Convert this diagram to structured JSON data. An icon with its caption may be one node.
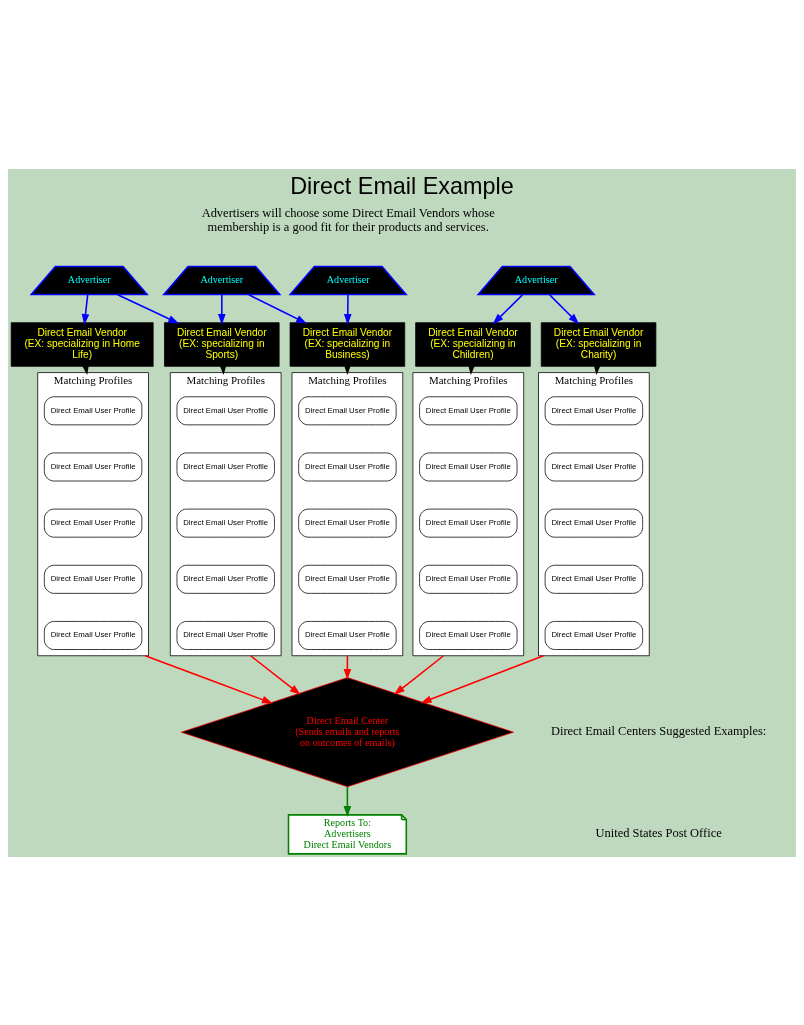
{
  "diagram": {
    "title": "Direct Email Example",
    "nodes": [
      {
        "text": [
          "Advertiser"
        ]
      },
      {
        "text": [
          "Advertiser"
        ]
      },
      {
        "text": [
          "Advertiser"
        ]
      },
      {
        "text": [
          "Advertiser"
        ]
      },
      {
        "text": [
          "Direct Email Vendor",
          "(EX: specializing in Business)"
        ]
      },
      {
        "text": [
          "Direct Email Vendor",
          "(EX: specializing in Home Life)"
        ]
      },
      {
        "text": [
          "Direct Email Vendor",
          "(EX: specializing in Children)"
        ]
      },
      {
        "text": [
          "Direct Email Vendor",
          "(EX: specializing in Sports)"
        ]
      },
      {
        "text": [
          "Direct Email Vendor",
          "(EX: specializing in Charity)"
        ]
      },
      {
        "text": [
          "Matching Profiles"
        ]
      },
      {
        "text": [
          "Direct Email User Profile"
        ],
        "in": 9
      },
      {
        "text": [
          "Direct Email User Profile"
        ],
        "in": 9
      },
      {
        "text": [
          "Direct Email User Profile"
        ],
        "in": 9
      },
      {
        "text": [
          "Direct Email User Profile"
        ],
        "in": 9
      },
      {
        "text": [
          "Direct Email User Profile"
        ],
        "in": 9
      },
      {
        "text": [
          "Matching Profiles"
        ]
      },
      {
        "text": [
          "Direct Email User Profile"
        ],
        "in": 15
      },
      {
        "text": [
          "Direct Email User Profile"
        ],
        "in": 15
      },
      {
        "text": [
          "Direct Email User Profile"
        ],
        "in": 15
      },
      {
        "text": [
          "Direct Email User Profile"
        ],
        "in": 15
      },
      {
        "text": [
          "Direct Email User Profile"
        ],
        "in": 15
      },
      {
        "text": [
          "Matching Profiles"
        ]
      },
      {
        "text": [
          "Direct Email User Profile"
        ],
        "in": 21
      },
      {
        "text": [
          "Direct Email User Profile"
        ],
        "in": 21
      },
      {
        "text": [
          "Direct Email User Profile"
        ],
        "in": 21
      },
      {
        "text": [
          "Direct Email User Profile"
        ],
        "in": 21
      },
      {
        "text": [
          "Direct Email User Profile"
        ],
        "in": 21
      },
      {
        "text": [
          "Matching Profiles"
        ]
      },
      {
        "text": [
          "Direct Email User Profile"
        ],
        "in": 27
      },
      {
        "text": [
          "Direct Email User Profile"
        ],
        "in": 27
      },
      {
        "text": [
          "Direct Email User Profile"
        ],
        "in": 27
      },
      {
        "text": [
          "Direct Email User Profile"
        ],
        "in": 27
      },
      {
        "text": [
          "Direct Email User Profile"
        ],
        "in": 27
      },
      {
        "text": [
          "Matching Profiles"
        ]
      },
      {
        "text": [
          "Direct Email User Profile"
        ],
        "in": 33
      },
      {
        "text": [
          "Direct Email User Profile"
        ],
        "in": 33
      },
      {
        "text": [
          "Direct Email User Profile"
        ],
        "in": 33
      },
      {
        "text": [
          "Direct Email User Profile"
        ],
        "in": 33
      },
      {
        "text": [
          "Direct Email User Profile"
        ],
        "in": 33
      },
      {
        "text": [
          "Direct Email Center",
          "(Sends emails and reports on outcomes of emails)"
        ]
      },
      {
        "text": [
          "Reports To:",
          "Advertisers",
          "Direct Email Vendors"
        ]
      }
    ],
    "edges": [
      {
        "from": 0,
        "to": 4,
        "arrow": "to"
      },
      {
        "from": 1,
        "to": 4,
        "arrow": "to"
      },
      {
        "from": 1,
        "to": 7,
        "arrow": "to"
      },
      {
        "from": 2,
        "to": 5,
        "arrow": "to"
      },
      {
        "from": 2,
        "to": 7,
        "arrow": "to"
      },
      {
        "from": 3,
        "to": 8,
        "arrow": "to"
      },
      {
        "from": 3,
        "to": 6,
        "arrow": "to"
      },
      {
        "from": 4,
        "to": 9,
        "arrow": "to",
        "color": "#000000"
      },
      {
        "from": 5,
        "to": 15,
        "arrow": "to",
        "color": "#000000"
      },
      {
        "from": 6,
        "to": 21,
        "arrow": "to",
        "color": "#000000"
      },
      {
        "from": 7,
        "to": 27,
        "arrow": "to",
        "color": "#000000"
      },
      {
        "from": 8,
        "to": 33,
        "arrow": "to",
        "color": "#000000"
      },
      {
        "from": 9,
        "to": 39,
        "arrow": "to",
        "color": "#ff0000"
      },
      {
        "from": 15,
        "to": 39,
        "arrow": "to",
        "color": "#ff0000"
      },
      {
        "from": 21,
        "to": 39,
        "arrow": "to",
        "color": "#ff0000"
      },
      {
        "from": 27,
        "to": 39,
        "arrow": "to",
        "color": "#ff0000"
      },
      {
        "from": 33,
        "to": 39,
        "arrow": "to",
        "color": "#ff0000"
      },
      {
        "from": 39,
        "to": 40,
        "arrow": "to",
        "color": "#008000"
      }
    ],
    "labels": [
      "Advertisers will choose some Direct Email Vendors whose membership is a good fit for their products and services.",
      "Direct Email Centers Suggested Examples:",
      "United States Post Office"
    ]
  }
}
